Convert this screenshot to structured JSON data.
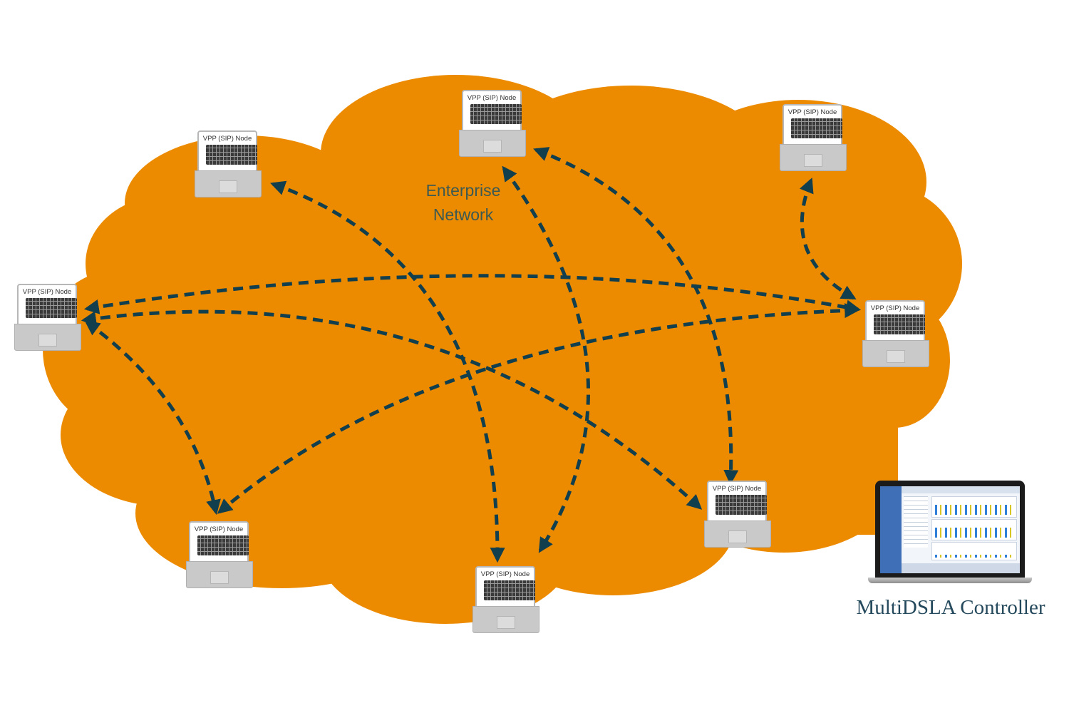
{
  "diagram": {
    "cloud_label_line1": "Enterprise",
    "cloud_label_line2": "Network",
    "node_label": "VPP (SIP) Node",
    "controller_label": "MultiDSLA Controller",
    "nodes": [
      {
        "id": "top-left"
      },
      {
        "id": "top-center"
      },
      {
        "id": "top-right"
      },
      {
        "id": "left"
      },
      {
        "id": "right"
      },
      {
        "id": "bottom-left"
      },
      {
        "id": "bottom-center"
      },
      {
        "id": "bottom-right"
      }
    ],
    "links": [
      {
        "from": "left",
        "to": "right"
      },
      {
        "from": "left",
        "to": "bottom-left"
      },
      {
        "from": "top-left",
        "to": "bottom-center"
      },
      {
        "from": "top-center",
        "to": "bottom-center"
      },
      {
        "from": "top-center",
        "to": "bottom-right"
      },
      {
        "from": "top-right",
        "to": "right"
      },
      {
        "from": "left",
        "to": "bottom-right"
      },
      {
        "from": "right",
        "to": "bottom-left"
      }
    ],
    "colors": {
      "cloud": "#ED8B00",
      "arrow": "#113F4E",
      "label_text": "#3D5A52",
      "controller_text": "#25495C"
    },
    "icons": {
      "node": "laptop-icon",
      "controller": "laptop-monitor-icon"
    }
  }
}
